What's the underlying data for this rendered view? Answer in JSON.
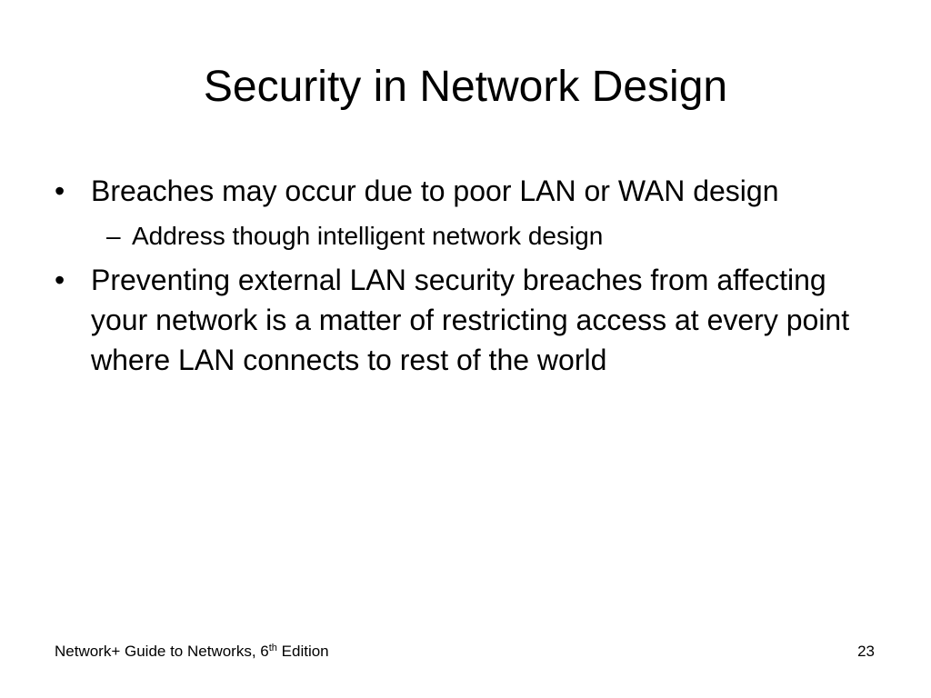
{
  "slide": {
    "title": "Security in Network Design",
    "bullets": [
      {
        "text": "Breaches may occur due to poor LAN or WAN design",
        "sub": [
          "Address though intelligent network design"
        ]
      },
      {
        "text": "Preventing external LAN security breaches from affecting your network is a matter of restricting access at every point where LAN connects to rest of the world",
        "sub": []
      }
    ],
    "bullet_glyph": "•",
    "sub_bullet_glyph": "–"
  },
  "footer": {
    "book_prefix": "Network+ Guide to Networks, 6",
    "book_superscript": "th",
    "book_suffix": " Edition",
    "page_number": "23"
  }
}
